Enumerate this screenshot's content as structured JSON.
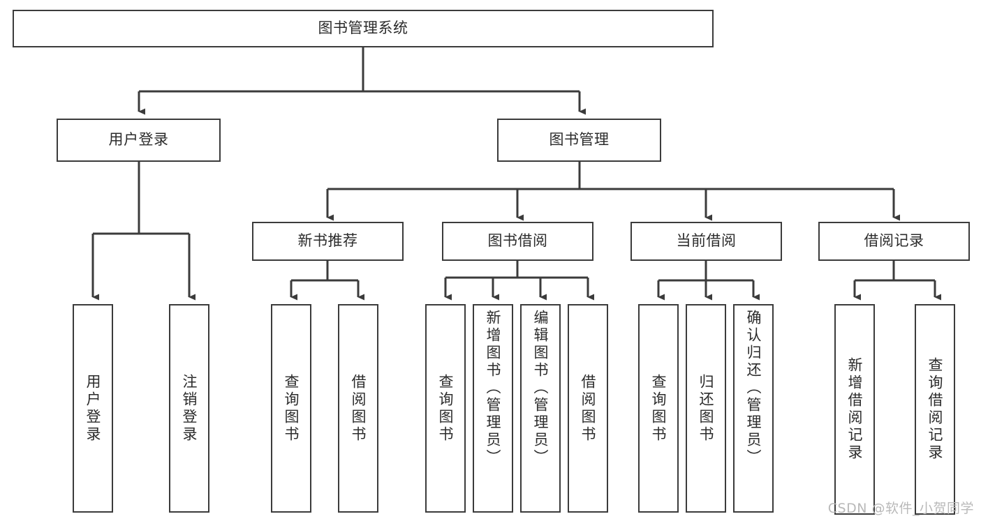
{
  "diagram": {
    "type": "tree-hierarchy",
    "title": "图书管理系统",
    "orientation": "top-down",
    "colors": {
      "line": "#3b3b3b",
      "box_border": "#3b3b3b",
      "box_fill": "#ffffff",
      "text": "#2b2b2b",
      "background": "#ffffff",
      "watermark": "#b9b9b9"
    },
    "root": {
      "label": "图书管理系统",
      "orientation": "horizontal"
    },
    "level2": [
      {
        "label": "用户登录",
        "orientation": "horizontal"
      },
      {
        "label": "图书管理",
        "orientation": "horizontal"
      }
    ],
    "level3": [
      {
        "label": "新书推荐",
        "orientation": "horizontal"
      },
      {
        "label": "图书借阅",
        "orientation": "horizontal"
      },
      {
        "label": "当前借阅",
        "orientation": "horizontal"
      },
      {
        "label": "借阅记录",
        "orientation": "horizontal"
      }
    ],
    "leaves": {
      "user_login": [
        {
          "label": "用户登录",
          "orientation": "vertical"
        },
        {
          "label": "注销登录",
          "orientation": "vertical"
        }
      ],
      "new_book_recommend": [
        {
          "label": "查询图书",
          "orientation": "vertical"
        },
        {
          "label": "借阅图书",
          "orientation": "vertical"
        }
      ],
      "book_borrow": [
        {
          "label": "查询图书",
          "orientation": "vertical"
        },
        {
          "label": "新增图书（管理员）",
          "orientation": "vertical"
        },
        {
          "label": "编辑图书（管理员）",
          "orientation": "vertical"
        },
        {
          "label": "借阅图书",
          "orientation": "vertical"
        }
      ],
      "current_borrow": [
        {
          "label": "查询图书",
          "orientation": "vertical"
        },
        {
          "label": "归还图书",
          "orientation": "vertical"
        },
        {
          "label": "确认归还（管理员）",
          "orientation": "vertical"
        }
      ],
      "borrow_record": [
        {
          "label": "新增借阅记录",
          "orientation": "vertical"
        },
        {
          "label": "查询借阅记录",
          "orientation": "vertical"
        }
      ]
    }
  },
  "watermark": {
    "text": "CSDN @软件_小贺同学"
  }
}
